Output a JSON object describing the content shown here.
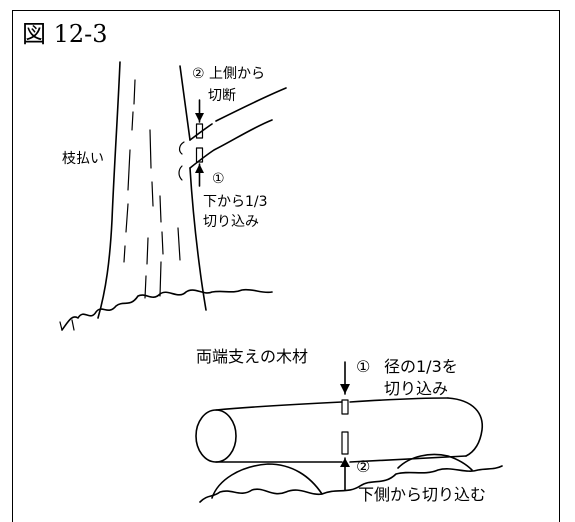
{
  "figure_title": "図 12-3",
  "upper": {
    "label_branch": "枝払い",
    "step2_line1": "② 上側から",
    "step2_line2": "切断",
    "step1_marker": "①",
    "step1_line1": "下から1/3",
    "step1_line2": "切り込み"
  },
  "lower": {
    "label_support": "両端支えの木材",
    "step1_marker": "①",
    "step1_line1": "径の1/3を",
    "step1_line2": "切り込み",
    "step2_marker": "②",
    "step2_line1": "下側から切り込む"
  }
}
